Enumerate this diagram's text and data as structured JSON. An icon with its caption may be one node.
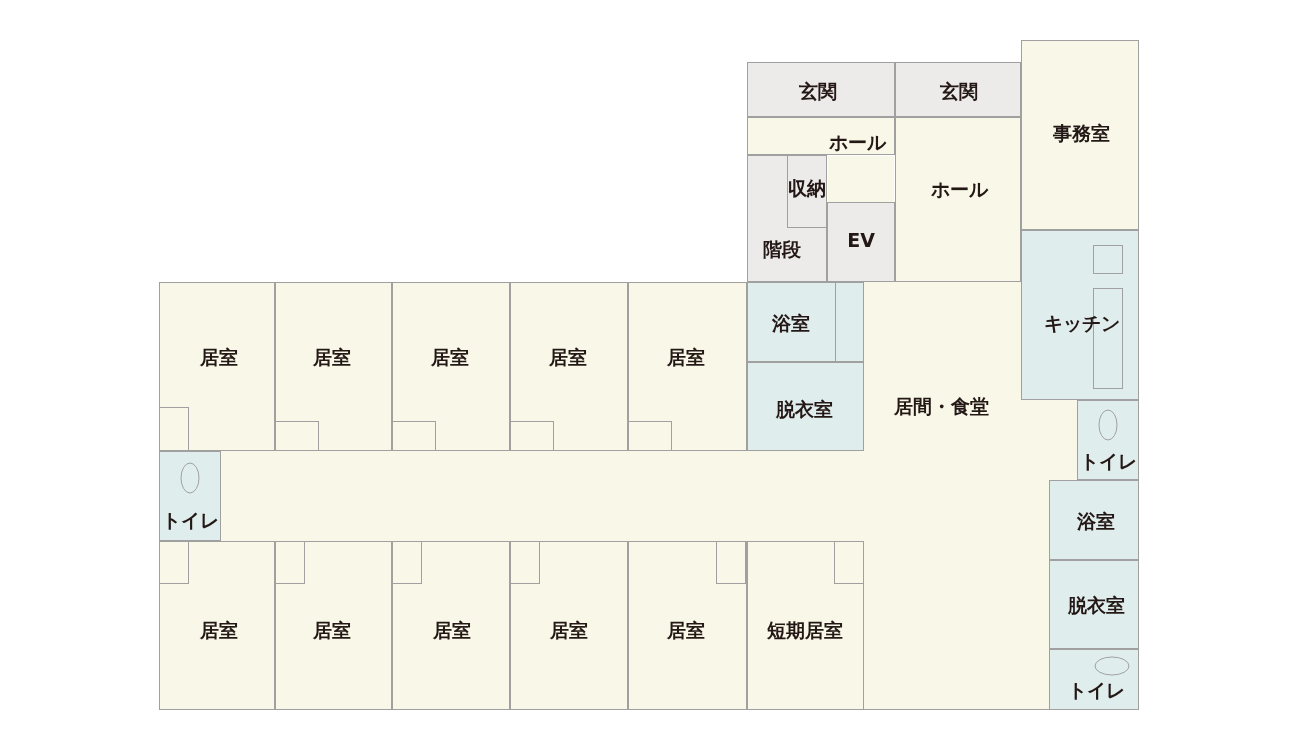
{
  "diagram": {
    "nodes": [
      {
        "text": [
          "玄関"
        ]
      },
      {
        "text": [
          "玄関"
        ]
      },
      {
        "text": [
          "事務室"
        ]
      },
      {
        "text": [
          "ホール"
        ]
      },
      {
        "text": [
          "階段"
        ]
      },
      {
        "text": [
          "収納"
        ],
        "in": 4
      },
      {
        "text": [
          "EV"
        ]
      },
      {
        "text": [
          "ホール"
        ]
      },
      {
        "text": [
          "居室"
        ]
      },
      {
        "text": [
          "居室"
        ]
      },
      {
        "text": [
          "居室"
        ]
      },
      {
        "text": [
          "居室"
        ]
      },
      {
        "text": [
          "居室"
        ]
      },
      {
        "text": [
          "浴室"
        ]
      },
      {
        "text": [
          "キッチン"
        ]
      },
      {
        "text": [
          "脱衣室"
        ]
      },
      {
        "text": [
          "居間・食堂"
        ]
      },
      {
        "text": [
          "トイレ"
        ]
      },
      {
        "text": [
          "トイレ"
        ]
      },
      {
        "text": [
          "浴室"
        ]
      },
      {
        "text": [
          "脱衣室"
        ]
      },
      {
        "text": [
          "居室"
        ]
      },
      {
        "text": [
          "居室"
        ]
      },
      {
        "text": [
          "居室"
        ]
      },
      {
        "text": [
          "居室"
        ]
      },
      {
        "text": [
          "居室"
        ]
      },
      {
        "text": [
          "短期居室"
        ]
      },
      {
        "text": [
          "トイレ"
        ]
      }
    ]
  }
}
